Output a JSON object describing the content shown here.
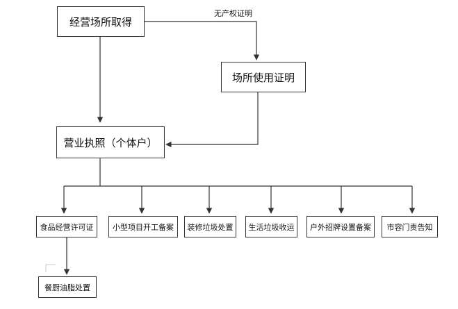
{
  "diagram": {
    "nodes": {
      "venue": "经营场所取得",
      "venue_proof": "场所使用证明",
      "license": "营业执照（个体户）",
      "food": "食品经营许可证",
      "small_project": "小型项目开工备案",
      "decor_waste": "装修垃圾处置",
      "life_waste": "生活垃圾收运",
      "outdoor_sign": "户外招牌设置备案",
      "city_notice": "市容门责告知",
      "kitchen_oil": "餐厨油脂处置"
    },
    "edge_labels": {
      "no_title": "无产权证明"
    }
  }
}
